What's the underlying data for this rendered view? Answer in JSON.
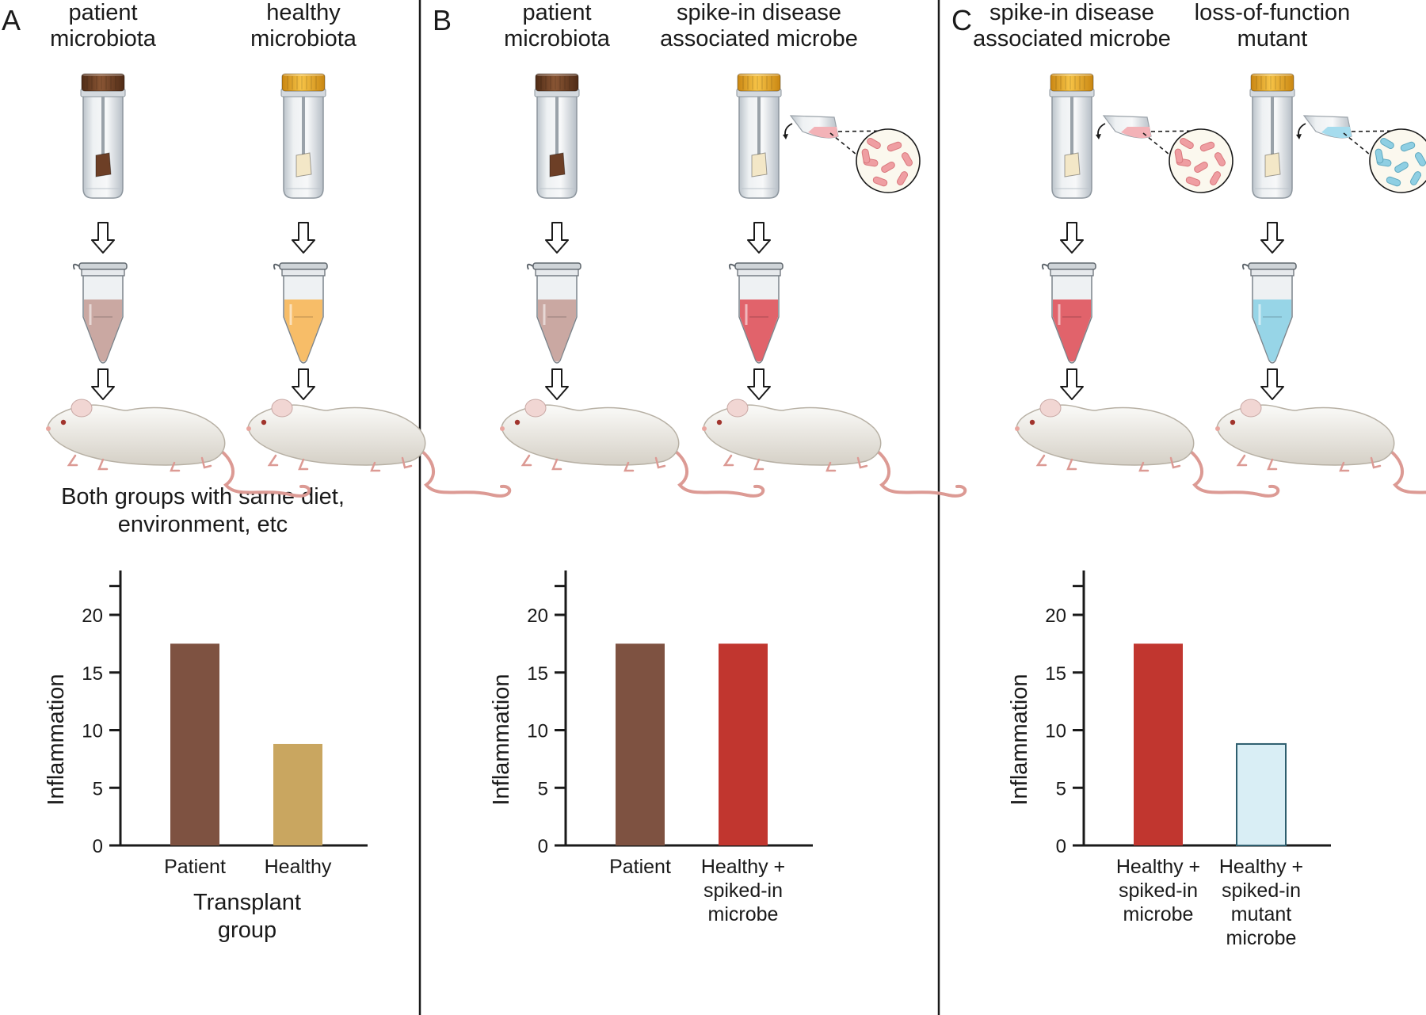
{
  "panels": [
    {
      "label": "A",
      "headers": [
        [
          "patient",
          "microbiota"
        ],
        [
          "healthy",
          "microbiota"
        ]
      ],
      "note": [
        "Both groups with same diet,",
        "environment, etc"
      ]
    },
    {
      "label": "B",
      "headers": [
        [
          "patient",
          "microbiota"
        ],
        [
          "spike-in disease",
          "associated microbe"
        ]
      ],
      "note": []
    },
    {
      "label": "C",
      "headers": [
        [
          "spike-in disease",
          "associated microbe"
        ],
        [
          "loss-of-function",
          "mutant"
        ]
      ],
      "note": []
    }
  ],
  "colors": {
    "patient_brown": "#7e5241",
    "healthy_tan": "#c9a660",
    "spike_red": "#c1362f",
    "mutant_blue": "#d9eef5",
    "mutant_blue_edge": "#2e5e6e",
    "patient_tube": "#c7a29b",
    "healthy_tube": "#f7b85c",
    "spike_tube": "#e05760",
    "mutant_tube": "#8fd3e6",
    "cap_brown": "#6d3f26",
    "cap_yellow": "#eaa727"
  },
  "icons": [
    "sample-tube-icon",
    "down-arrow-icon",
    "microcentrifuge-tube-icon",
    "mouse-icon",
    "spike-in-flask-icon",
    "magnified-bacteria-icon"
  ],
  "chart_data": [
    {
      "type": "bar",
      "ylabel": "Inflammation",
      "xlabel": "Transplant group",
      "ylim": [
        0,
        23
      ],
      "yticks": [
        0,
        5,
        10,
        15,
        20
      ],
      "categories": [
        [
          "Patient"
        ],
        [
          "Healthy"
        ]
      ],
      "values": [
        17.5,
        8.8
      ],
      "colors": [
        "#7e5241",
        "#c9a660"
      ]
    },
    {
      "type": "bar",
      "ylabel": "Inflammation",
      "xlabel": "",
      "ylim": [
        0,
        23
      ],
      "yticks": [
        0,
        5,
        10,
        15,
        20
      ],
      "categories": [
        [
          "Patient"
        ],
        [
          "Healthy +",
          "spiked-in",
          "microbe"
        ]
      ],
      "values": [
        17.5,
        17.5
      ],
      "colors": [
        "#7e5241",
        "#c1362f"
      ]
    },
    {
      "type": "bar",
      "ylabel": "Inflammation",
      "xlabel": "",
      "ylim": [
        0,
        23
      ],
      "yticks": [
        0,
        5,
        10,
        15,
        20
      ],
      "categories": [
        [
          "Healthy +",
          "spiked-in",
          "microbe"
        ],
        [
          "Healthy +",
          "spiked-in",
          "mutant",
          "microbe"
        ]
      ],
      "values": [
        17.5,
        8.8
      ],
      "colors": [
        "#c1362f",
        "#d9eef5"
      ]
    }
  ]
}
